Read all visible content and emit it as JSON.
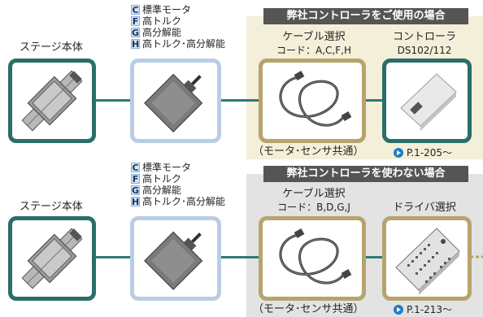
{
  "row1": {
    "stage_label": "ステージ本体",
    "codes": [
      {
        "letter": "C",
        "text": "標準モータ"
      },
      {
        "letter": "F",
        "text": "高トルク"
      },
      {
        "letter": "G",
        "text": "高分解能"
      },
      {
        "letter": "H",
        "text": "高トルク･高分解能"
      }
    ],
    "panel_title": "弊社コントローラをご使用の場合",
    "cable_title": "ケーブル選択",
    "cable_code": "コード：A,C,F,H",
    "controller_title": "コントローラ",
    "controller_model": "DS102/112",
    "common_note": "（モータ･センサ共通）",
    "page_ref": "P.1-205～"
  },
  "row2": {
    "stage_label": "ステージ本体",
    "codes": [
      {
        "letter": "C",
        "text": "標準モータ"
      },
      {
        "letter": "F",
        "text": "高トルク"
      },
      {
        "letter": "G",
        "text": "高分解能"
      },
      {
        "letter": "H",
        "text": "高トルク･高分解能"
      }
    ],
    "panel_title": "弊社コントローラを使わない場合",
    "cable_title": "ケーブル選択",
    "cable_code": "コード：B,D,G,J",
    "driver_title": "ドライバ選択",
    "common_note": "（モータ･センサ共通）",
    "page_ref": "P.1-213～"
  },
  "colors": {
    "teal": "#2a6e68",
    "light_blue": "#b9cde3",
    "gold": "#b7a36e",
    "panel_yellow": "#f4efd9",
    "panel_gray": "#e3e3e3",
    "header_dark": "#555555",
    "ref_blue": "#1f7ec6"
  }
}
